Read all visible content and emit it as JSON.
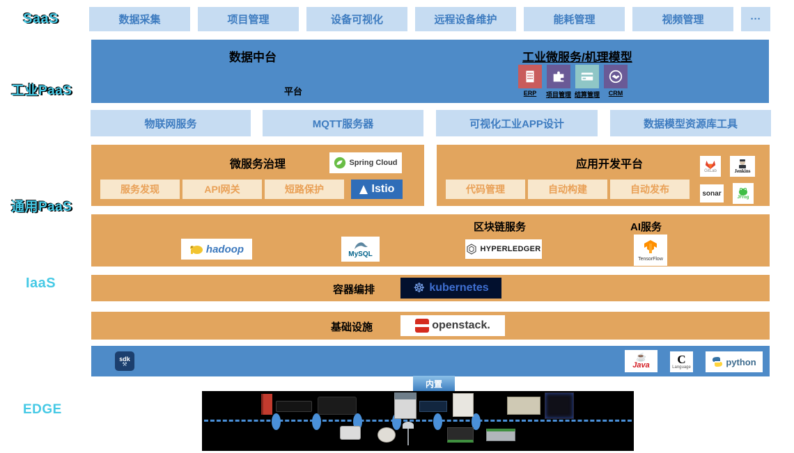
{
  "layers": {
    "saas": "SaaS",
    "industrial_paas": "工业PaaS",
    "general_paas": "通用PaaS",
    "iaas": "IaaS",
    "edge": "EDGE"
  },
  "colors": {
    "accent_blue": "#4e8bc8",
    "light_blue": "#c6dcf2",
    "blue_text": "#3e7cc0",
    "orange": "#e2a55e",
    "cream": "#f8e7cc",
    "cream_text": "#e9a056",
    "cyan_label": "#45c9e5",
    "istio_blue": "#2f6db8",
    "app_icon_red": "#c95c5c",
    "app_icon_purple": "#6a5a96",
    "app_icon_teal": "#8fc6c6"
  },
  "saas": {
    "items": [
      "数据采集",
      "项目管理",
      "设备可视化",
      "远程设备维护",
      "能耗管理",
      "视频管理"
    ],
    "more": "···"
  },
  "industrial_paas": {
    "left_title": "数据中台",
    "left_sub": "平台",
    "right_title": "工业微服务/机理模型",
    "apps": [
      {
        "label": "ERP"
      },
      {
        "label": "项目管理"
      },
      {
        "label": "结算管理"
      },
      {
        "label": "CRM"
      }
    ],
    "services": [
      "物联网服务",
      "MQTT服务器",
      "可视化工业APP设计",
      "数据模型资源库工具"
    ]
  },
  "general_paas": {
    "microservice": {
      "title": "微服务治理",
      "buttons": [
        "服务发现",
        "API网关",
        "短路保护"
      ],
      "spring_cloud": "Spring Cloud",
      "istio": "Istio"
    },
    "devops": {
      "title": "应用开发平台",
      "buttons": [
        "代码管理",
        "自动构建",
        "自动发布"
      ],
      "gitlab": "GitLab",
      "jenkins": "Jenkins",
      "sonar": "sonar",
      "jfrog": "JFrog"
    },
    "data_ai": {
      "blockchain_label": "区块链服务",
      "ai_label": "AI服务",
      "hadoop": "hadoop",
      "mysql": "MySQL",
      "hyperledger": "HYPERLEDGER",
      "tensorflow": "TensorFlow"
    }
  },
  "iaas": {
    "row1": {
      "title": "容器编排",
      "logo": "kubernetes"
    },
    "row2": {
      "title": "基础设施",
      "logo": "openstack."
    }
  },
  "sdk_bar": {
    "sdk": "sdk",
    "java": "Java",
    "c": "C",
    "c_sub": "Language",
    "python": "python"
  },
  "edge": {
    "builtin": "内置"
  }
}
